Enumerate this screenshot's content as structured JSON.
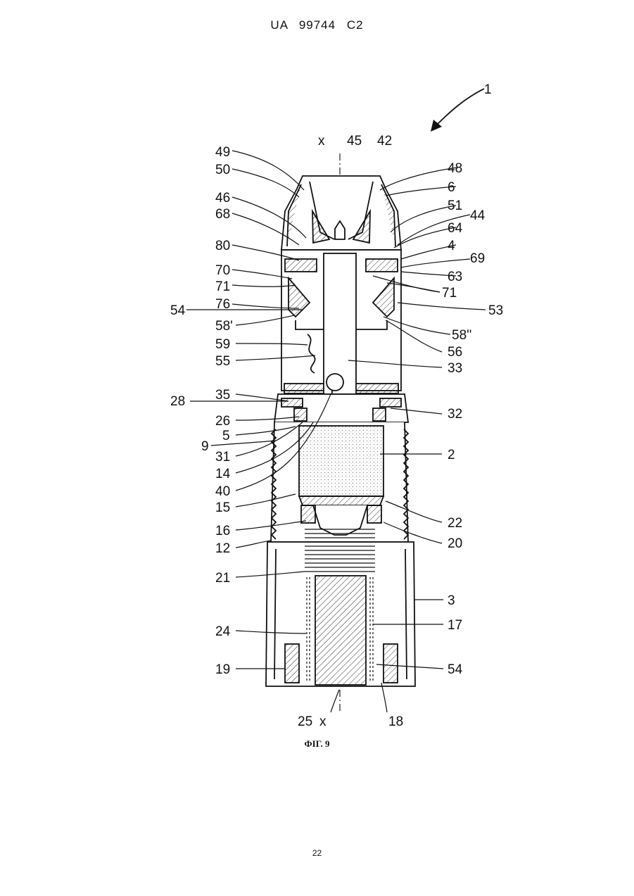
{
  "header": {
    "doc_id": "UA   99744   C2"
  },
  "figure": {
    "caption": "ФІГ. 9",
    "axis_label": "x",
    "reference_numerals": {
      "n1": "1",
      "n45": "45",
      "n42": "42",
      "n49": "49",
      "n50": "50",
      "n48": "48",
      "n6": "6",
      "n46": "46",
      "n68": "68",
      "n51": "51",
      "n44": "44",
      "n64": "64",
      "n80": "80",
      "n4": "4",
      "n69": "69",
      "n70": "70",
      "n63": "63",
      "n71a": "71",
      "n71b": "71",
      "n76": "76",
      "n54a": "54",
      "n53": "53",
      "n58a": "58'",
      "n58b": "58''",
      "n59": "59",
      "n56": "56",
      "n55": "55",
      "n33": "33",
      "n35": "35",
      "n28": "28",
      "n32": "32",
      "n26": "26",
      "n5": "5",
      "n9": "9",
      "n31": "31",
      "n2": "2",
      "n14": "14",
      "n40": "40",
      "n15": "15",
      "n22": "22",
      "n16": "16",
      "n20": "20",
      "n12": "12",
      "n21": "21",
      "n3": "3",
      "n24": "24",
      "n17": "17",
      "n19": "19",
      "n54b": "54",
      "n25": "25",
      "n18": "18"
    }
  },
  "page_number": "22"
}
